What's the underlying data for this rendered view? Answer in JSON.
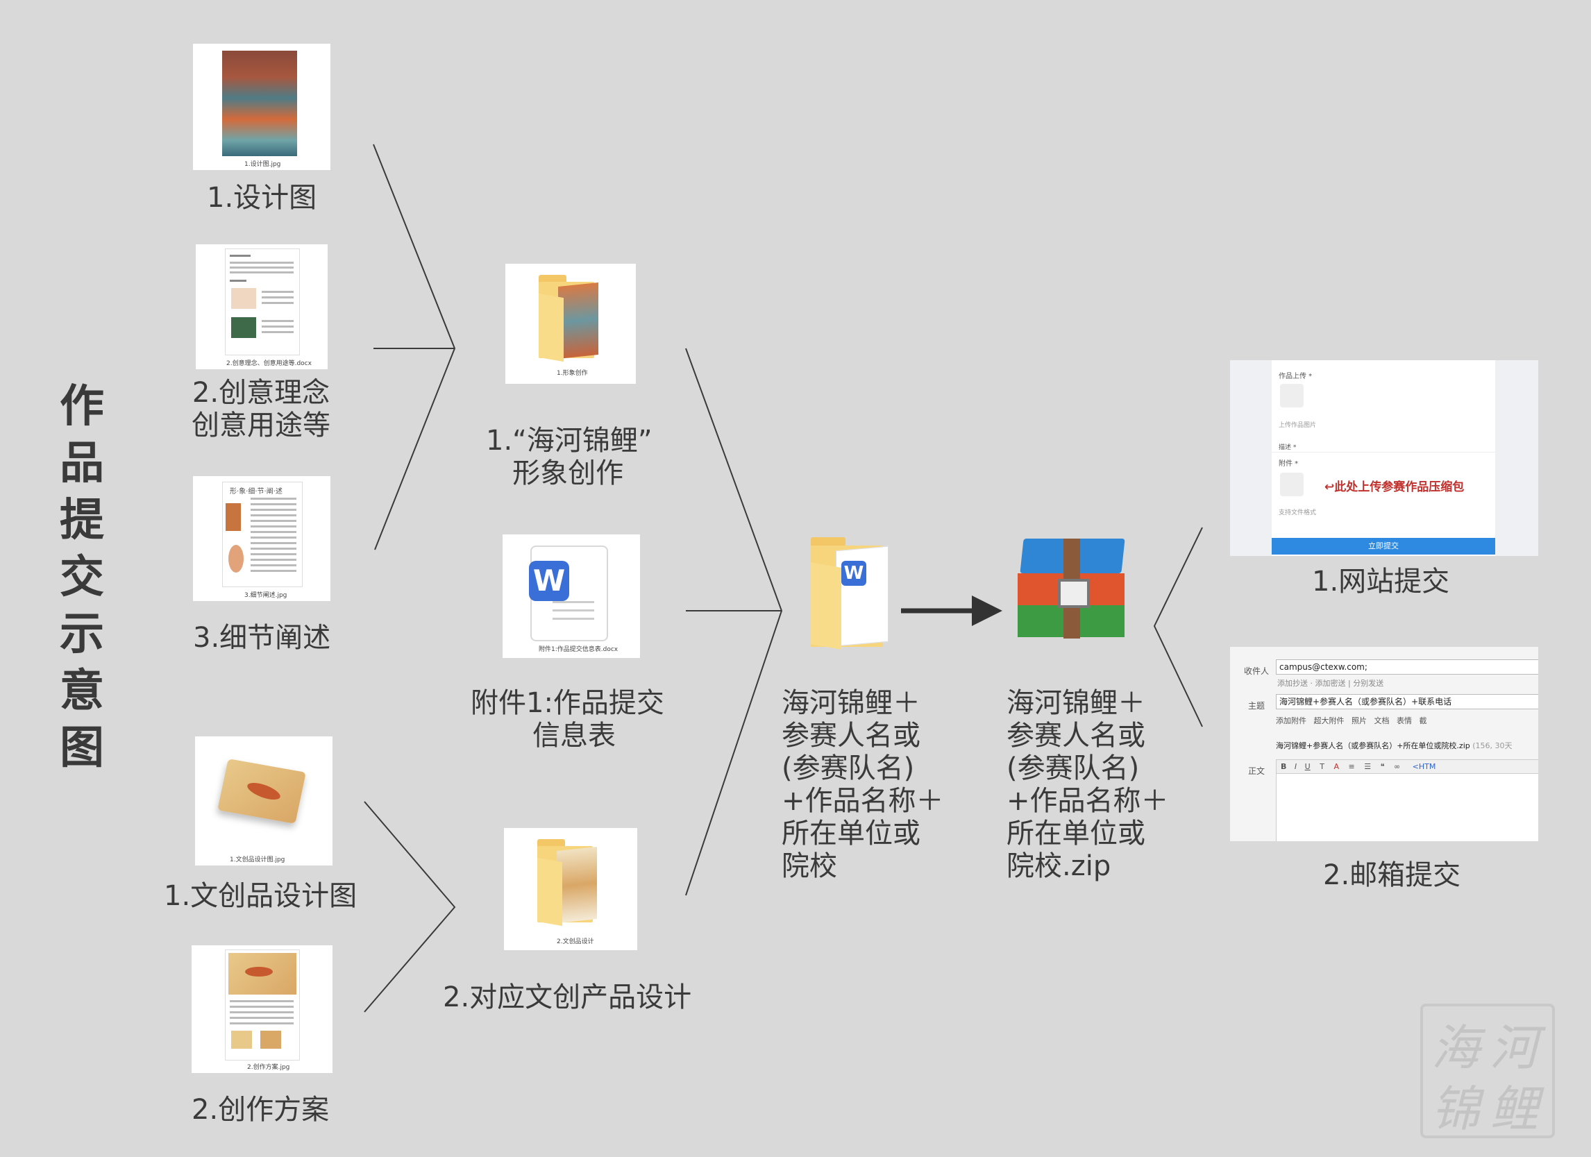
{
  "title": "作\n品\n提\n交\n示\n意\n图",
  "left_items": {
    "design": {
      "label": "1.设计图",
      "caption": "1.设计图.jpg"
    },
    "concept": {
      "label": "2.创意理念\n创意用途等",
      "caption": "2.创意理念、创意用途等.docx"
    },
    "detail": {
      "label": "3.细节阐述",
      "caption": "3.细节阐述.jpg",
      "doc_title": "形·象·细·节·阐·述"
    },
    "product": {
      "label": "1.文创品设计图",
      "caption": "1.文创品设计图.jpg"
    },
    "plan": {
      "label": "2.创作方案",
      "caption": "2.创作方案.jpg"
    }
  },
  "middle_items": {
    "image_creation": {
      "label": "1.“海河锦鲤”\n   形象创作",
      "caption": "1.形象创作"
    },
    "attachment": {
      "label": "附件1:作品提交\n       信息表",
      "caption": "附件1:作品提交信息表.docx"
    },
    "product_design": {
      "label": "2.对应文创产品设计",
      "caption": "2.文创品设计"
    }
  },
  "folder_label": "海河锦鲤＋\n参赛人名或\n(参赛队名)\n+作品名称＋\n所在单位或\n院校",
  "zip_label": "海河锦鲤＋\n参赛人名或\n(参赛队名)\n+作品名称＋\n所在单位或\n院校.zip",
  "website": {
    "label": "1.网站提交",
    "field_work": "作品上传 *",
    "field_hint": "上传作品图片",
    "field_desc": "描述 *",
    "field_attach": "附件 *",
    "upload_note": "↩此处上传参赛作品压缩包",
    "small_note": "支持文件格式",
    "submit": "立即提交"
  },
  "email": {
    "label": "2.邮箱提交",
    "to_label": "收件人",
    "to_value": "campus@ctexw.com;",
    "cc_links": "添加抄送 · 添加密送 | 分别发送",
    "subject_label": "主题",
    "subject_value": "海河锦鲤+参赛人名（或参赛队名）+联系电话",
    "toolbar": [
      "添加附件",
      "超大附件",
      "照片",
      "文档",
      "表情",
      "截"
    ],
    "attachment": "海河锦鲤+参赛人名（或参赛队名）+所在单位或院校.zip",
    "attachment_size": "(156, 30天",
    "body_label": "正文",
    "format_tail": "<HTM"
  },
  "seal": [
    "海",
    "河",
    "锦",
    "鲤"
  ],
  "colors": {
    "background": "#d9d9d9",
    "text": "#3a3a3a",
    "line": "#3a3a3a",
    "submit_blue": "#2d8ae0",
    "note_red": "#c0302c"
  }
}
